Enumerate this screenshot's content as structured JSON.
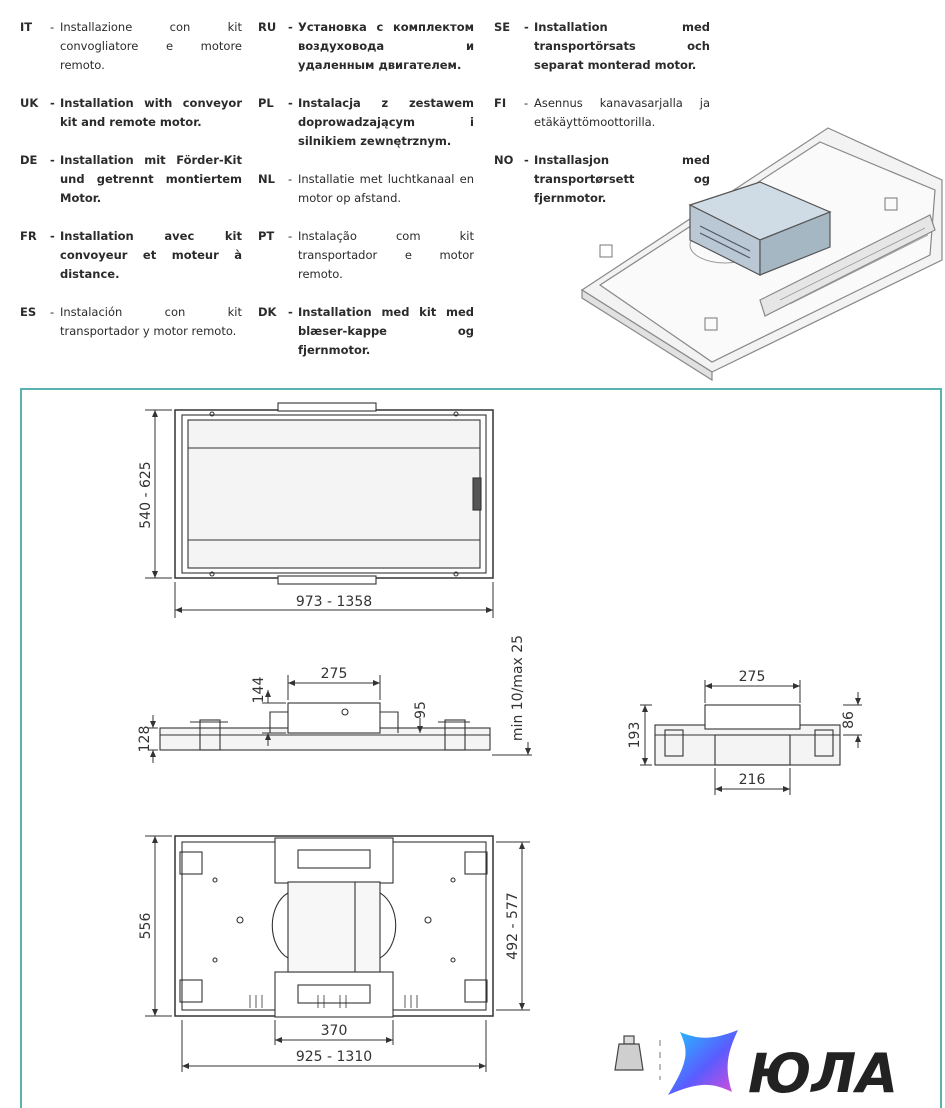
{
  "languages": [
    {
      "code": "IT",
      "text": "Installazione con kit convogliatore e motore remoto.",
      "bold": false
    },
    {
      "code": "UK",
      "text": "Installation with conveyor kit and remote motor.",
      "bold": true
    },
    {
      "code": "DE",
      "text": "Installation mit Förder-Kit und getrennt montiertem Motor.",
      "bold": true
    },
    {
      "code": "FR",
      "text": "Installation avec kit convoyeur et moteur à distance.",
      "bold": true
    },
    {
      "code": "ES",
      "text": "Instalación con kit transportador y motor remoto.",
      "bold": false
    },
    {
      "code": "RU",
      "text": "Установка с комплектом воздуховода и удаленным двигателем.",
      "bold": true
    },
    {
      "code": "PL",
      "text": "Instalacja z zestawem doprowadzającym i silnikiem zewnętrznym.",
      "bold": true
    },
    {
      "code": "NL",
      "text": "Installatie met luchtkanaal en motor op afstand.",
      "bold": false
    },
    {
      "code": "PT",
      "text": "Instalação com kit transportador e motor remoto.",
      "bold": false
    },
    {
      "code": "DK",
      "text": "Installation med kit med blæser-kappe og fjernmotor.",
      "bold": true
    },
    {
      "code": "SE",
      "text": "Installation med transportörsats och separat monterad motor.",
      "bold": true
    },
    {
      "code": "FI",
      "text": "Asennus kanavasarjalla ja etäkäyttömoottorilla.",
      "bold": false
    },
    {
      "code": "NO",
      "text": "Installasjon med transportørsett og fjernmotor.",
      "bold": true
    }
  ],
  "dimensions": {
    "top_height": "540 - 625",
    "top_width": "973 - 1358",
    "side_duct_width": "275",
    "side_144": "144",
    "side_95": "95",
    "side_128": "128",
    "side_min_max": "min 10/max 25",
    "front_duct_width": "275",
    "front_193": "193",
    "front_86": "86",
    "front_216": "216",
    "bottom_height": "556",
    "bottom_inner_height": "492 - 577",
    "bottom_370": "370",
    "bottom_width": "925 - 1310"
  },
  "logo": {
    "text": "ЮЛА"
  }
}
